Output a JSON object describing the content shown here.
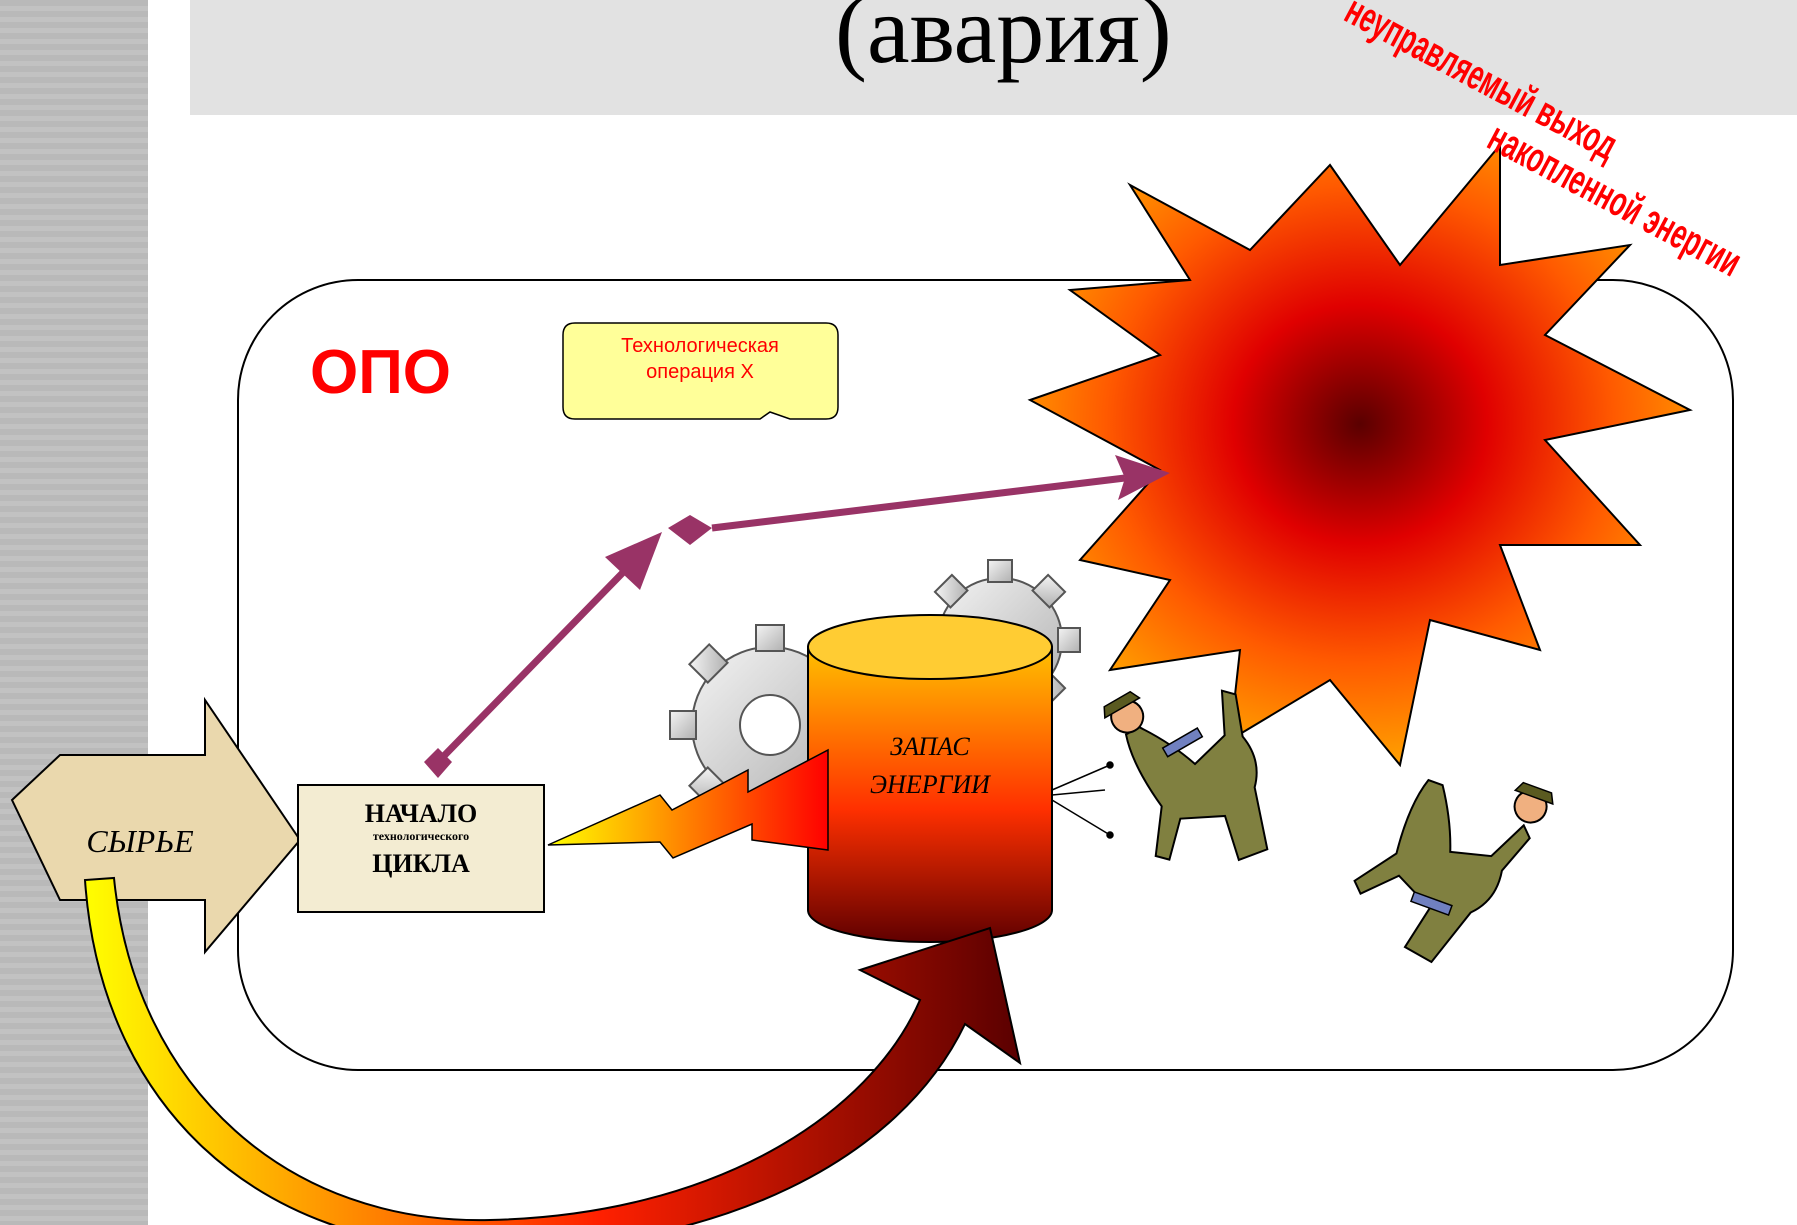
{
  "title": "(авария)",
  "opo_label": "ОПО",
  "callout_label_line1": "Технологическая",
  "callout_label_line2": "операция Х",
  "start_label_line1": "НАЧАЛО",
  "start_label_line2": "технологического",
  "start_label_line3": "ЦИКЛА",
  "raw_material_label": "СЫРЬЕ",
  "energy_label_line1": "ЗАПАС",
  "energy_label_line2": "ЭНЕРГИИ",
  "explosion_caption_line1": "неуправляемый выход",
  "explosion_caption_line2": "накопленной энергии",
  "colors": {
    "opo_red": "#ff0000",
    "process_arrow": "#993366",
    "callout_fill": "#ffff99",
    "raw_material_fill": "#ead8ad",
    "start_box_fill": "#f3ecd2"
  }
}
